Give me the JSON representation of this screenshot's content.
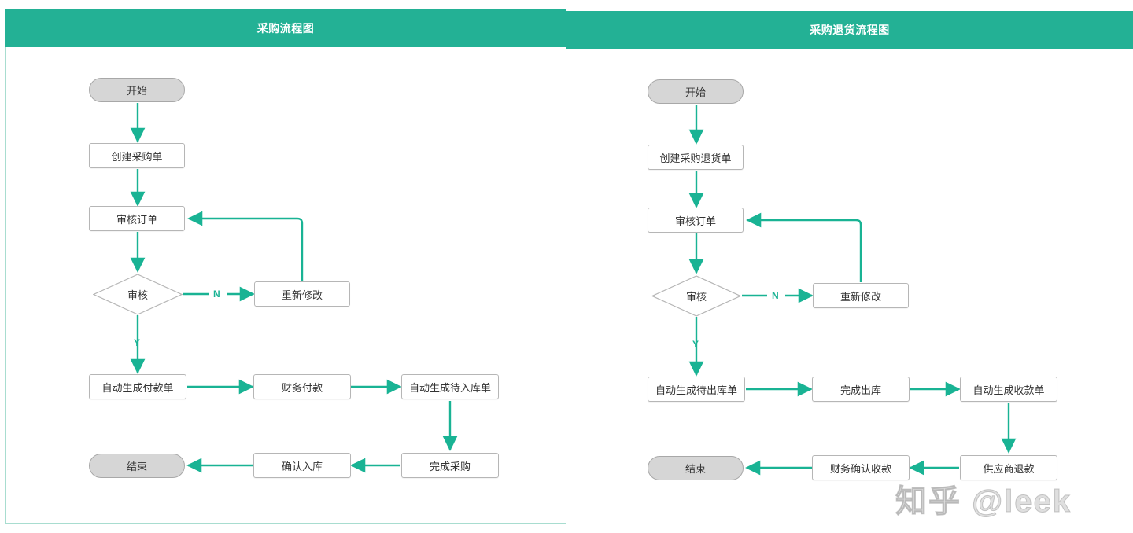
{
  "panels": [
    {
      "title": "采购流程图",
      "nodes": {
        "start": "开始",
        "create": "创建采购单",
        "review_order": "审核订单",
        "decision": "审核",
        "remodify": "重新修改",
        "auto_payment": "自动生成付款单",
        "finance_pay": "财务付款",
        "auto_inbound": "自动生成待入库单",
        "complete": "完成采购",
        "confirm_inbound": "确认入库",
        "end": "结束"
      },
      "edge_labels": {
        "no": "N",
        "yes": "Y"
      }
    },
    {
      "title": "采购退货流程图",
      "nodes": {
        "start": "开始",
        "create": "创建采购退货单",
        "review_order": "审核订单",
        "decision": "审核",
        "remodify": "重新修改",
        "auto_outbound": "自动生成待出库单",
        "complete_outbound": "完成出库",
        "auto_receipt": "自动生成收款单",
        "supplier_refund": "供应商退款",
        "finance_confirm": "财务确认收款",
        "end": "结束"
      },
      "edge_labels": {
        "no": "N",
        "yes": "Y"
      }
    }
  ],
  "watermark": "知乎 @leek",
  "colors": {
    "header_bg": "#23b195",
    "connector": "#19b394",
    "panel_border": "#a8ddd0",
    "node_border": "#b6b6b6",
    "terminal_bg": "#d6d6d6",
    "text": "#333333"
  }
}
